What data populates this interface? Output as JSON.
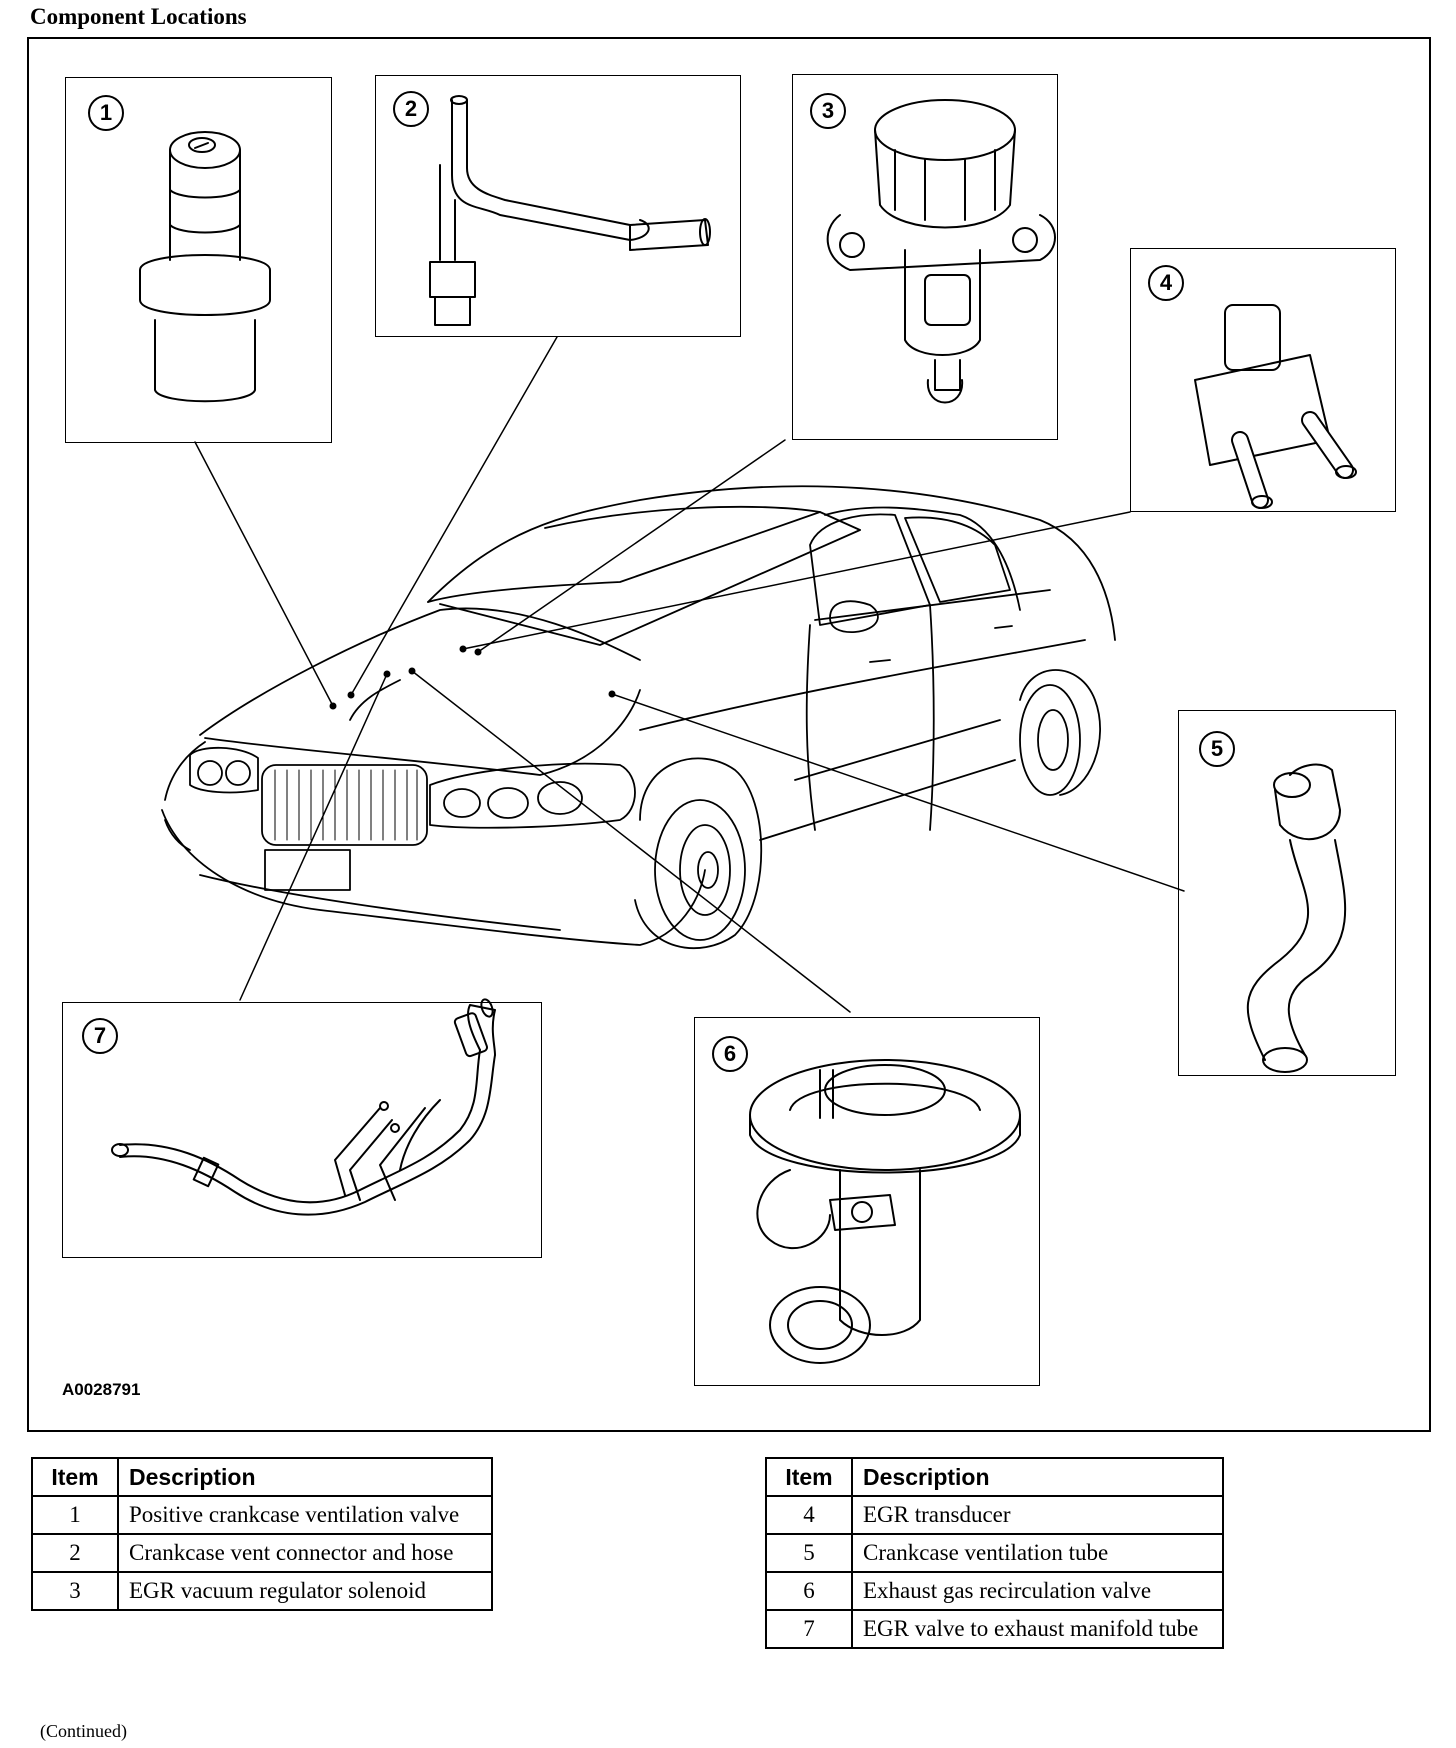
{
  "title": "Component Locations",
  "figure_id": "A0028791",
  "callouts": [
    {
      "number": "1",
      "part": "pcv-valve"
    },
    {
      "number": "2",
      "part": "vent-connector-hose"
    },
    {
      "number": "3",
      "part": "vacuum-regulator-solenoid"
    },
    {
      "number": "4",
      "part": "egr-transducer"
    },
    {
      "number": "5",
      "part": "crankcase-ventilation-tube"
    },
    {
      "number": "6",
      "part": "egr-valve"
    },
    {
      "number": "7",
      "part": "egr-exhaust-tube"
    }
  ],
  "legend": {
    "header_item": "Item",
    "header_description": "Description",
    "left_rows": [
      {
        "item": "1",
        "description": "Positive crankcase ventilation valve"
      },
      {
        "item": "2",
        "description": "Crankcase vent connector and hose"
      },
      {
        "item": "3",
        "description": "EGR vacuum regulator solenoid"
      }
    ],
    "right_rows": [
      {
        "item": "4",
        "description": "EGR transducer"
      },
      {
        "item": "5",
        "description": "Crankcase ventilation tube"
      },
      {
        "item": "6",
        "description": "Exhaust gas recirculation valve"
      },
      {
        "item": "7",
        "description": "EGR valve to exhaust manifold tube"
      }
    ]
  },
  "continued_note": "(Continued)",
  "colors": {
    "ink": "#000000",
    "paper": "#ffffff"
  }
}
